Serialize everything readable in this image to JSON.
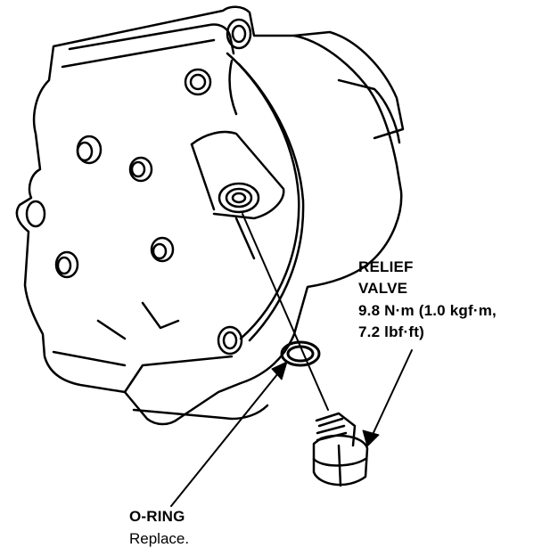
{
  "relief_valve": {
    "line1": "RELIEF",
    "line2": "VALVE",
    "line3": "9.8 N·m (1.0 kgf·m,",
    "line4": "7.2 lbf·ft)"
  },
  "o_ring": {
    "title": "O-RING",
    "note": "Replace."
  },
  "colors": {
    "ink": "#000000",
    "paper": "#ffffff"
  }
}
